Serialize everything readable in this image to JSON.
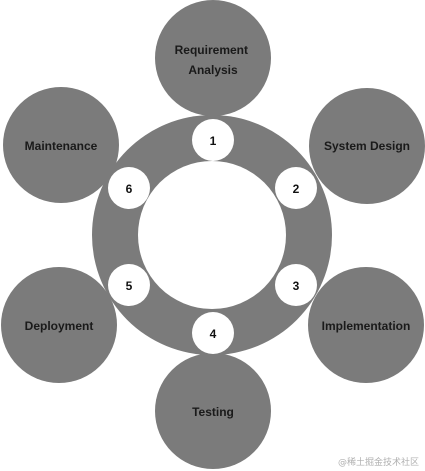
{
  "colors": {
    "ring": "#7b7b7b",
    "phase_fill": "#7b7b7b",
    "marker_fill": "#ffffff",
    "center_fill": "#ffffff",
    "text": "#1a1a1a"
  },
  "phases": [
    {
      "number": "1",
      "lines": [
        "Requirement",
        "Analysis"
      ]
    },
    {
      "number": "2",
      "lines": [
        "System Design"
      ]
    },
    {
      "number": "3",
      "lines": [
        "Implementation"
      ]
    },
    {
      "number": "4",
      "lines": [
        "Testing"
      ]
    },
    {
      "number": "5",
      "lines": [
        "Deployment"
      ]
    },
    {
      "number": "6",
      "lines": [
        "Maintenance"
      ]
    }
  ],
  "watermark": "@稀土掘金技术社区"
}
